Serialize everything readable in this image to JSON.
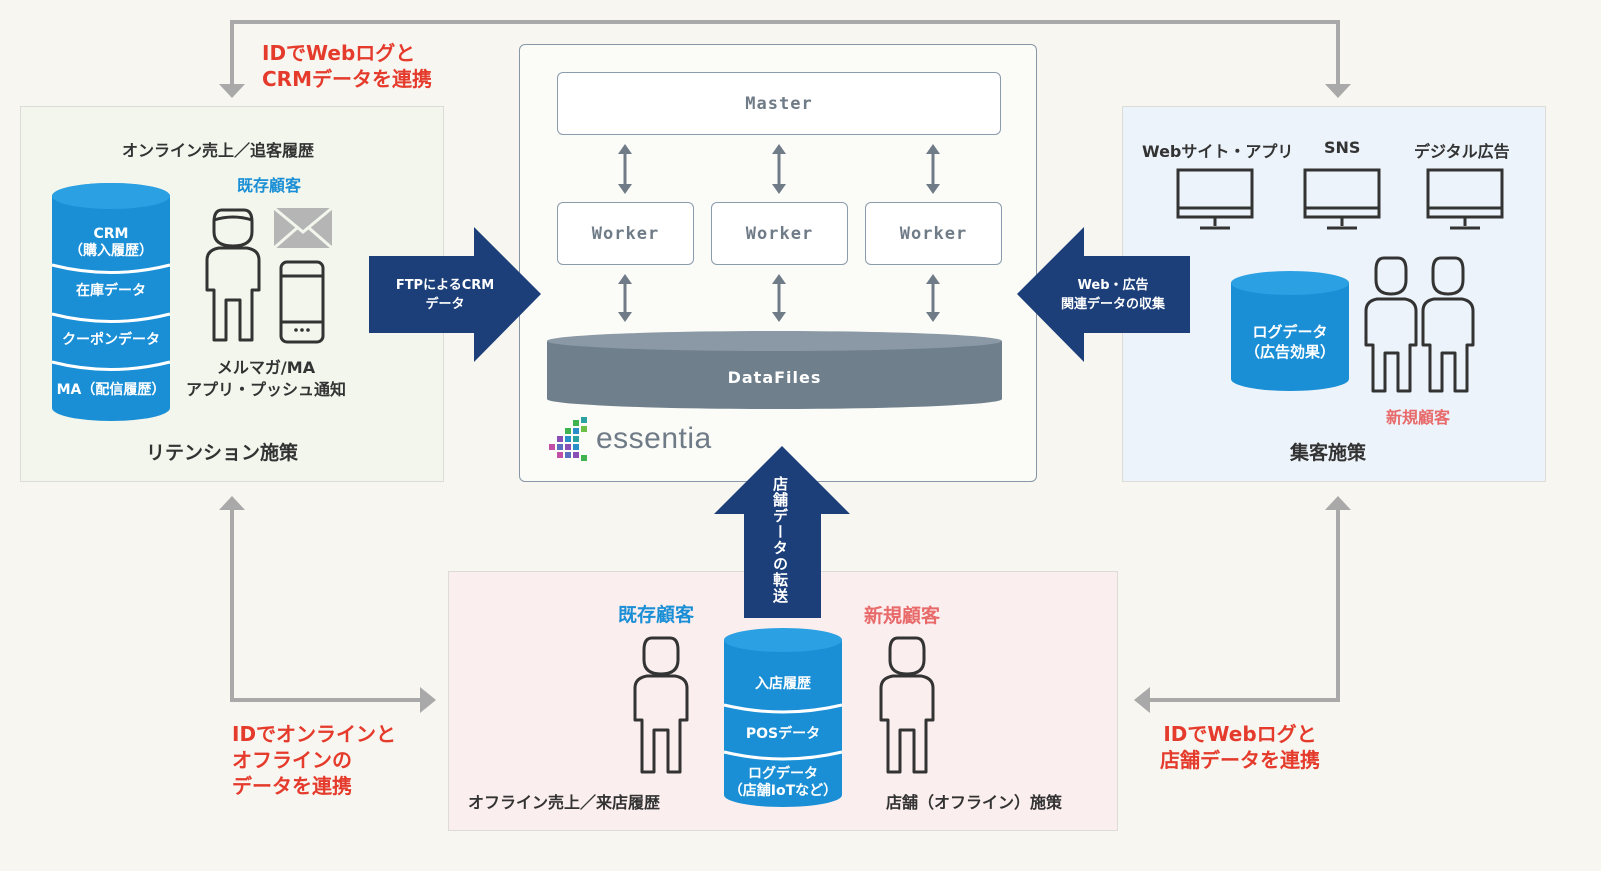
{
  "connectors": {
    "top_left": "IDでWebログと\nCRMデータを連携",
    "bottom_left": "IDでオンラインと\nオフラインの\nデータを連携",
    "bottom_right": "IDでWebログと\n店舗データを連携"
  },
  "retention": {
    "header": "オンライン売上／追客履歴",
    "existing_label": "既存顧客",
    "db_segments": [
      "CRM\n（購入履歴）",
      "在庫データ",
      "クーポンデータ",
      "MA（配信履歴）"
    ],
    "channel_label": "メルマガ/MA\nアプリ・プッシュ通知",
    "title": "リテンション施策"
  },
  "center": {
    "master": "Master",
    "workers": [
      "Worker",
      "Worker",
      "Worker"
    ],
    "datafiles": "DataFiles",
    "logo_text": "essentia"
  },
  "arrows": {
    "ftp": "FTPによるCRM\nデータ",
    "web": "Web・広告\n関連データの収集",
    "store": "店舗データの転送"
  },
  "acquisition": {
    "channels": [
      "Webサイト・アプリ",
      "SNS",
      "デジタル広告"
    ],
    "db_label": "ログデータ\n（広告効果）",
    "new_label": "新規顧客",
    "title": "集客施策"
  },
  "offline": {
    "existing_label": "既存顧客",
    "new_label": "新規顧客",
    "db_segments": [
      "入店履歴",
      "POSデータ",
      "ログデータ\n（店舗IoTなど）"
    ],
    "left_caption": "オフライン売上／来店履歴",
    "right_caption": "店舗（オフライン）施策"
  },
  "colors": {
    "navy": "#1c3f7a",
    "db_blue": "#1a8fd6",
    "label_blue": "#1a8fd6",
    "label_pink": "#e86a6a",
    "red_text": "#e53b2c",
    "datafiles_gray": "#6f7f8c"
  }
}
